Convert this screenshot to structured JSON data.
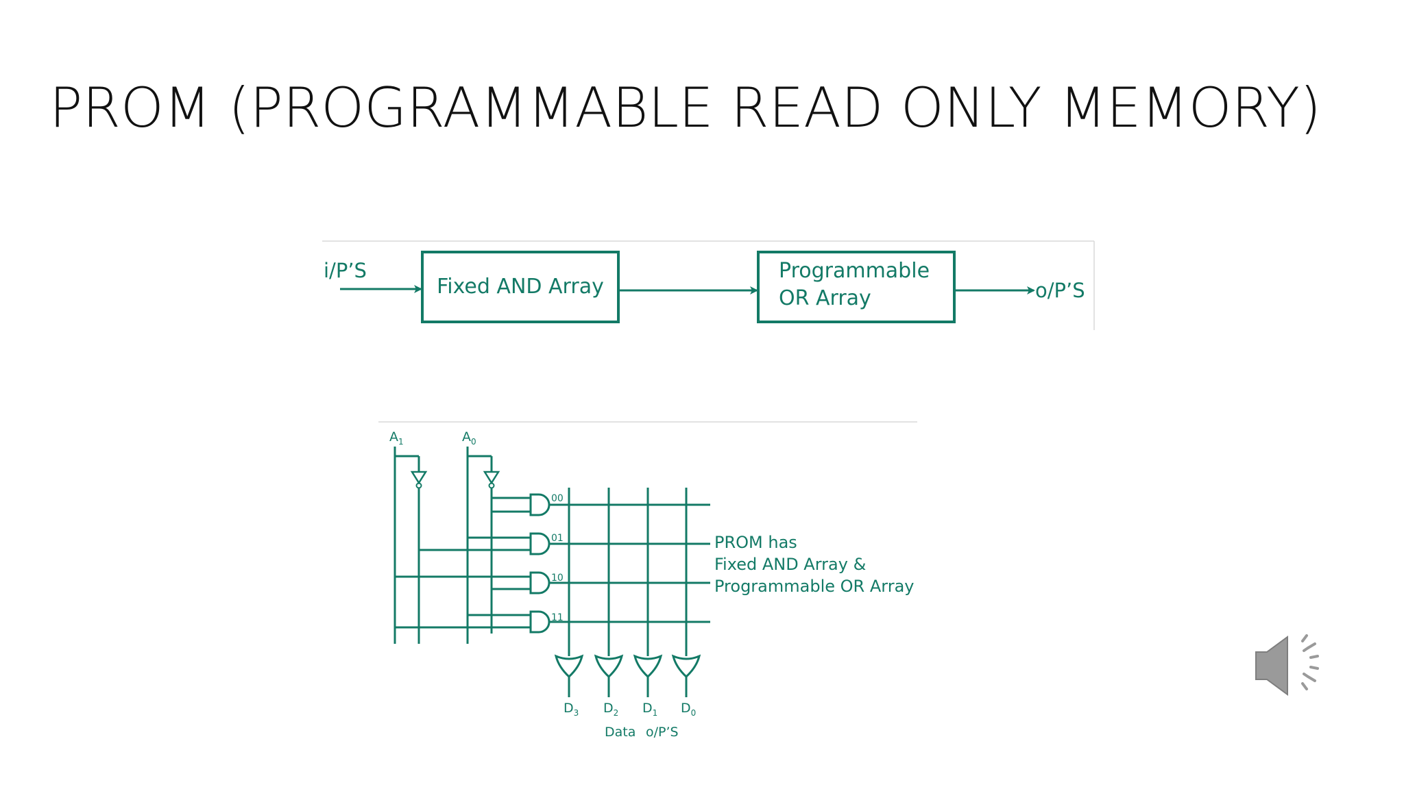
{
  "slide": {
    "title": "PROM (PROGRAMMABLE READ ONLY MEMORY)"
  },
  "block_diagram": {
    "input_label": "i/P’S",
    "and_block": "Fixed AND Array",
    "or_block_line1": "Programmable",
    "or_block_line2": "OR Array",
    "output_label": "o/P’S"
  },
  "circuit": {
    "inputs": [
      {
        "name": "A",
        "sub": "1"
      },
      {
        "name": "A",
        "sub": "0"
      }
    ],
    "and_gate_labels": [
      "00",
      "01",
      "10",
      "11"
    ],
    "note_lines": [
      "PROM    has",
      "Fixed AND Array &",
      "Programmable OR Array"
    ],
    "outputs": [
      {
        "name": "D",
        "sub": "3"
      },
      {
        "name": "D",
        "sub": "2"
      },
      {
        "name": "D",
        "sub": "1"
      },
      {
        "name": "D",
        "sub": "0"
      }
    ],
    "bottom_label_data": "Data",
    "bottom_label_ops": "o/P’S"
  },
  "controls": {
    "audio_icon": "speaker-icon"
  },
  "colors": {
    "diagram_green": "#137a66",
    "title_text": "#111111",
    "speaker_gray": "#9a9a9a"
  }
}
